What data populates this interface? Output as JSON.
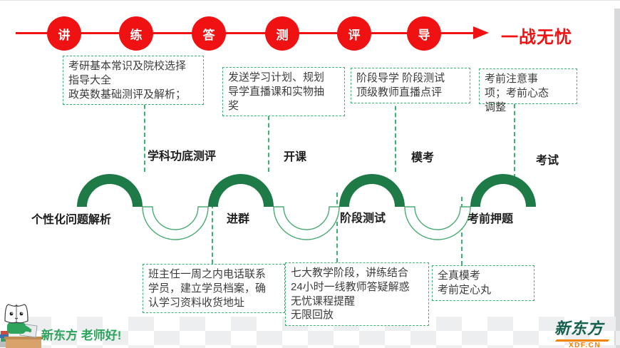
{
  "slide": {
    "timeline": {
      "steps": [
        "讲",
        "练",
        "答",
        "测",
        "评",
        "导"
      ],
      "result": "一战无忧"
    },
    "top_boxes": [
      {
        "text": "考研基本常识及院校选择\n指导大全\n政英数基础测评及解析；"
      },
      {
        "text": "发送学习计划、规划\n导学直播课和实物抽\n奖"
      },
      {
        "text": "阶段导学 阶段测试\n顶级教师直播点评"
      },
      {
        "text": "考前注意事\n项；考前心态\n调整"
      }
    ],
    "top_milestones": [
      "学科功底测评",
      "开课",
      "模考",
      "考试"
    ],
    "bottom_milestones": [
      "个性化问题解析",
      "进群",
      "阶段测试",
      "考前押题"
    ],
    "bottom_boxes": [
      {
        "text": "班主任一周之内电话联系\n学员，建立学员档案，确\n认学习资料收货地址"
      },
      {
        "text": "七大教学阶段，讲练结合\n24小时一线教师答疑解惑\n无忧课程提醒\n无限回放"
      },
      {
        "text": "全真模考\n考前定心丸"
      }
    ],
    "footer": {
      "slogan": "新东方 老师好!",
      "logo_name": "新东方",
      "logo_domain": "XDF.CN"
    },
    "colors": {
      "red": "#f01212",
      "wave_green": "#1e7a46",
      "outline_green": "#4cab73",
      "dashed_green": "#3db273",
      "brand_green": "#2da35c",
      "logo_green": "#15604e",
      "logo_orange": "#f08300"
    }
  }
}
